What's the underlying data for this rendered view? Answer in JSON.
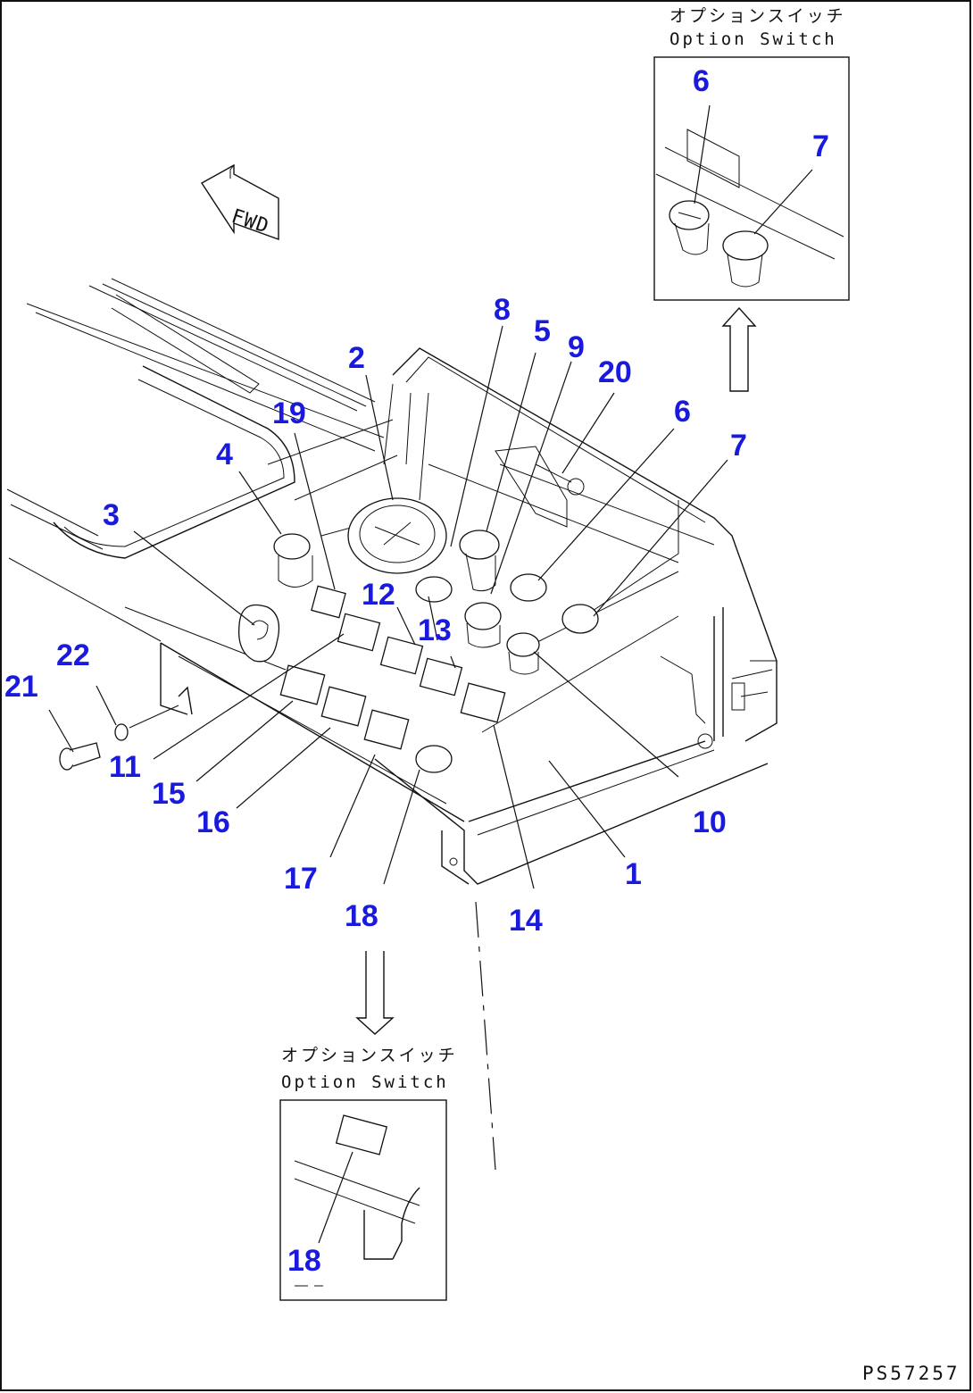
{
  "drawing_number": "PS57257",
  "fwd_label": "FWD",
  "option_top": {
    "caption_jp": "オプションスイッチ",
    "caption_en": "Option Switch",
    "callouts": [
      "6",
      "7"
    ]
  },
  "option_bottom": {
    "caption_jp": "オプションスイッチ",
    "caption_en": "Option Switch",
    "callouts": [
      "18"
    ]
  },
  "callouts": [
    "1",
    "2",
    "3",
    "4",
    "5",
    "6",
    "7",
    "8",
    "9",
    "10",
    "11",
    "12",
    "13",
    "14",
    "15",
    "16",
    "17",
    "18",
    "19",
    "20",
    "21",
    "22"
  ],
  "colors": {
    "callout": "#1a1adf",
    "line": "#111111",
    "background": "#ffffff"
  }
}
